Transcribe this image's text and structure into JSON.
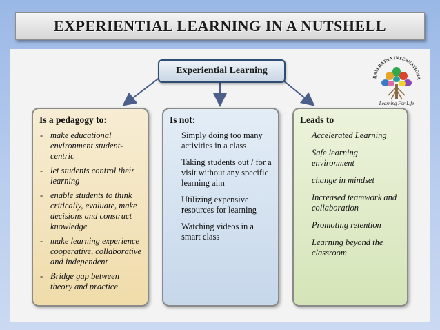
{
  "title": "EXPERIENTIAL LEARNING IN A NUTSHELL",
  "top_box": "Experiential Learning",
  "logo": {
    "arc_text": "RAM RATNA INTERNATIONAL SCHOOL",
    "tagline": "Learning For Life"
  },
  "columns": [
    {
      "heading": "Is a pedagogy to:",
      "items": [
        "make educational environment student-centric",
        "let students control their learning",
        "enable students to think critically, evaluate, make decisions and construct knowledge",
        "make learning experience cooperative, collaborative and independent",
        "Bridge gap between theory and practice"
      ]
    },
    {
      "heading": "Is not:",
      "items": [
        "Simply doing too many activities in a class",
        "Taking students out / for a visit without any specific learning aim",
        "Utilizing expensive resources for learning",
        "Watching videos in a smart class"
      ]
    },
    {
      "heading": "Leads to",
      "items": [
        "Accelerated Learning",
        "Safe learning environment",
        "change in mindset",
        "Increased teamwork and collaboration",
        "Promoting retention",
        "Learning beyond the classroom"
      ]
    }
  ],
  "colors": {
    "arrow": "#4b5f8a",
    "box1": "#f0dcaa",
    "box2": "#c6d7ea",
    "box3": "#d5e4b8"
  }
}
